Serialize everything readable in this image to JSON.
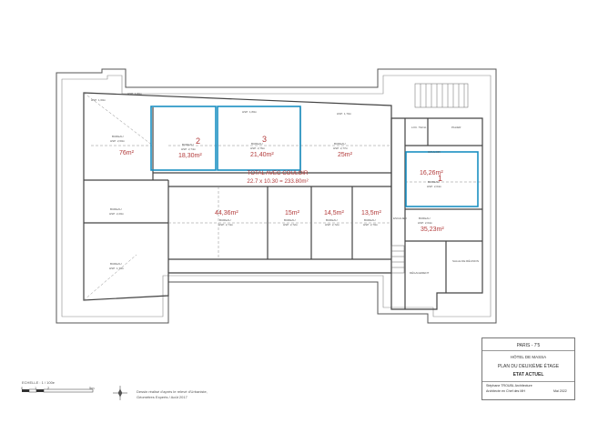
{
  "rooms": [
    {
      "id": "west",
      "label": "BUREAU",
      "hsp": "HSP: 2,60m",
      "area": "76m²"
    },
    {
      "id": "r2",
      "number": "2",
      "label": "BUREAU",
      "hsp": "HSP: 2,74m",
      "area": "18,30m²"
    },
    {
      "id": "r3",
      "number": "3",
      "label": "BUREAU",
      "hsp": "HSP: 2,76m",
      "area": "21,40m²"
    },
    {
      "id": "r25",
      "label": "BUREAU",
      "hsp": "HSP: 2,77m",
      "area": "25m²"
    },
    {
      "id": "r1",
      "number": "1",
      "label": "BUREAU",
      "hsp": "HSP: 2,64m",
      "area": "16,26m²"
    },
    {
      "id": "r44",
      "label": "BUREAU",
      "hsp": "HSP: 2,74m",
      "area": "44,36m²"
    },
    {
      "id": "r15",
      "label": "BUREAU",
      "hsp": "HSP: 2,72m",
      "area": "15m²"
    },
    {
      "id": "r145",
      "label": "BUREAU",
      "hsp": "HSP: 2,72m",
      "area": "14,5m²"
    },
    {
      "id": "r135",
      "label": "BUREAU",
      "hsp": "HSP: 2,70m",
      "area": "13,5m²"
    },
    {
      "id": "r35",
      "label": "BUREAU",
      "hsp": "HSP: 2,64m",
      "area": "35,23m²"
    }
  ],
  "small_labels": {
    "hsp_1": "HSP: 1,60m",
    "hsp_2": "HSP: 1,80m",
    "hsp_3": "HSP: 1,70m",
    "hsp_4": "HSP: 2,20m",
    "loc_tech": "LOC. TECH.",
    "palier": "PALIER",
    "couloir": "COULOIR",
    "degagement": "DÉGAGEMENT",
    "salle_reunion": "SALLE DE RÉUNION",
    "escalier": "ESCALIER",
    "bureau": "BUREAU"
  },
  "total": {
    "title": "TOTAL AVEC COULOIR",
    "formula": "22.7 x 10.30 = 233.80m²"
  },
  "title_block": {
    "city": "PARIS - 7'5",
    "building": "HÔTEL DE MASSA",
    "plan": "PLAN DU DEUXIÈME ÉTAGE",
    "state": "ETAT ACTUEL",
    "architect": "Stéphane TROUBL Architecture",
    "architect_role": "Architecte en Chef des MH",
    "date": "Mai 2022"
  },
  "scale": {
    "label": "ECHELLE : 1 / 100e",
    "ticks": [
      "0",
      "1",
      "2",
      "5m"
    ]
  },
  "credits": {
    "line1": "Dessin réalisé d'après le relevé d'Urbaniste,",
    "line2": "Géomètres Experts / Août 2017"
  },
  "colors": {
    "wall": "#555555",
    "highlight": "#1a8fc2",
    "area_text": "#b23a3a"
  }
}
